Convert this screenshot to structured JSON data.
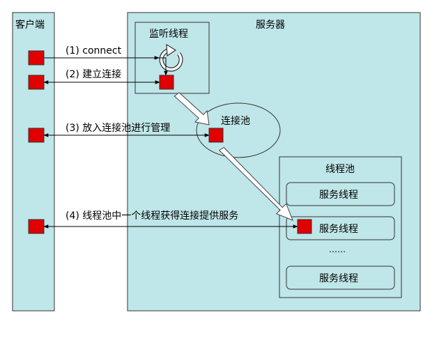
{
  "client": {
    "title": "客户端"
  },
  "server": {
    "title": "服务器"
  },
  "listener": {
    "title": "监听线程"
  },
  "pool": {
    "title": "连接池"
  },
  "thread_pool": {
    "title": "线程池",
    "workers": [
      "服务线程",
      "服务线程",
      "服务线程"
    ],
    "ellipsis": "……"
  },
  "steps": [
    "(1) connect",
    "(2) 建立连接",
    "(3) 放入连接池进行管理",
    "(4) 线程池中一个线程获得连接提供服务"
  ],
  "colors": {
    "panel_fill": "#bfe6e8",
    "node_fill": "#e00000",
    "outline": "#333333"
  }
}
